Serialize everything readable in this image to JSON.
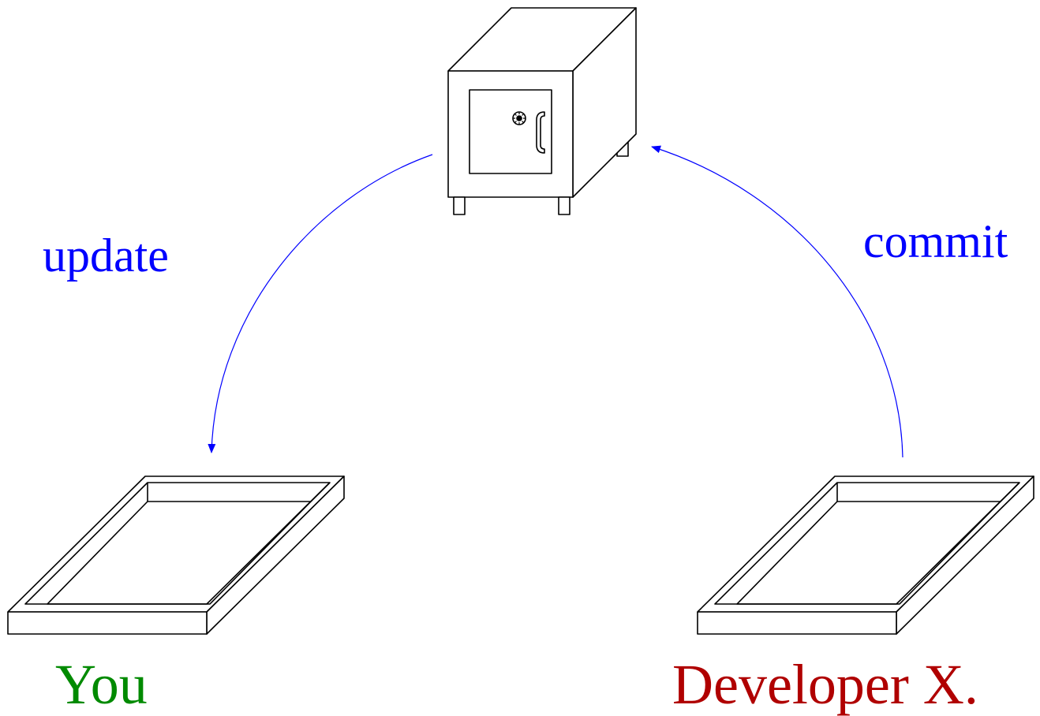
{
  "labels": {
    "update": "update",
    "commit": "commit",
    "you": "You",
    "developer": "Developer X."
  },
  "colors": {
    "arrow": "#0000ff",
    "update_text": "#0000ff",
    "commit_text": "#0000ff",
    "you_text": "#008a00",
    "developer_text": "#b00000",
    "line": "#000000"
  }
}
